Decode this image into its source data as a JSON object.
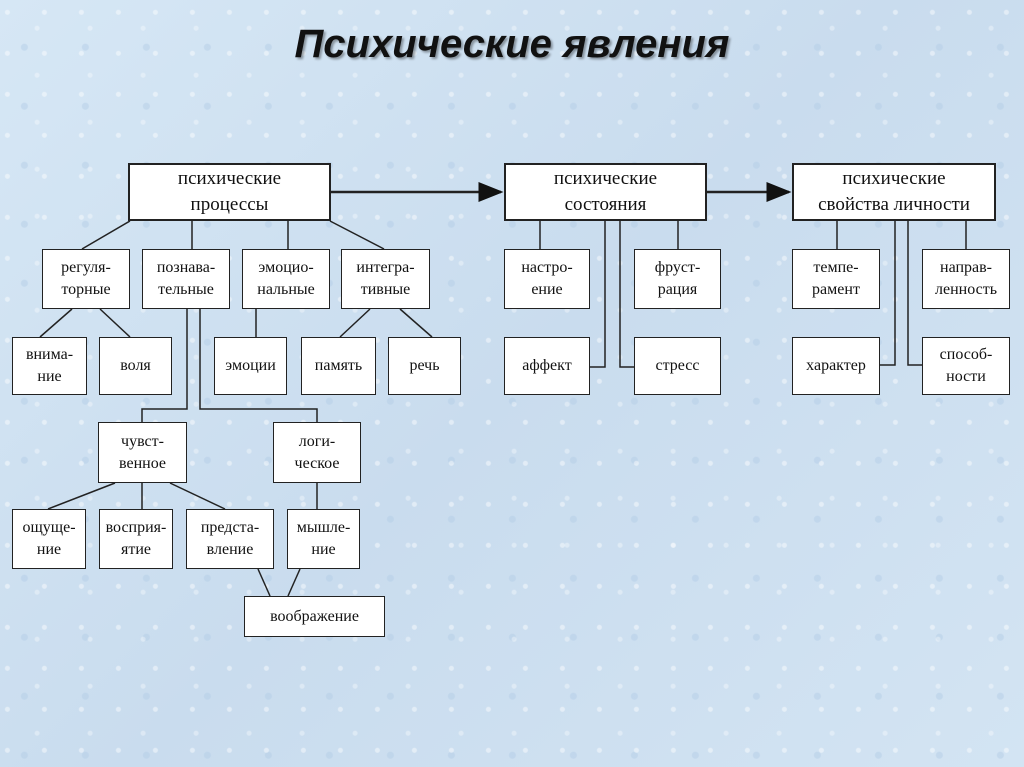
{
  "title": "Психические явления",
  "nodes": {
    "processes": "психические\nпроцессы",
    "states": "психические\nсостояния",
    "properties": "психические\nсвойства личности",
    "regulatory": "регуля-\nторные",
    "cognitive": "познава-\nтельные",
    "emotional": "эмоцио-\nнальные",
    "integrative": "интегра-\nтивные",
    "attention": "внима-\nние",
    "will": "воля",
    "emotions": "эмоции",
    "memory": "память",
    "speech": "речь",
    "sensory": "чувст-\nвенное",
    "logical": "логи-\nческое",
    "sensation": "ощуще-\nние",
    "perception": "восприя-\nятие",
    "representation": "предста-\nвление",
    "thinking": "мышле-\nние",
    "imagination": "воображение",
    "mood": "настро-\nение",
    "frustration": "фруст-\nрация",
    "affect": "аффект",
    "stress": "стресс",
    "temperament": "темпе-\nрамент",
    "orientation": "направ-\nленность",
    "character": "характер",
    "abilities": "способ-\nности"
  }
}
